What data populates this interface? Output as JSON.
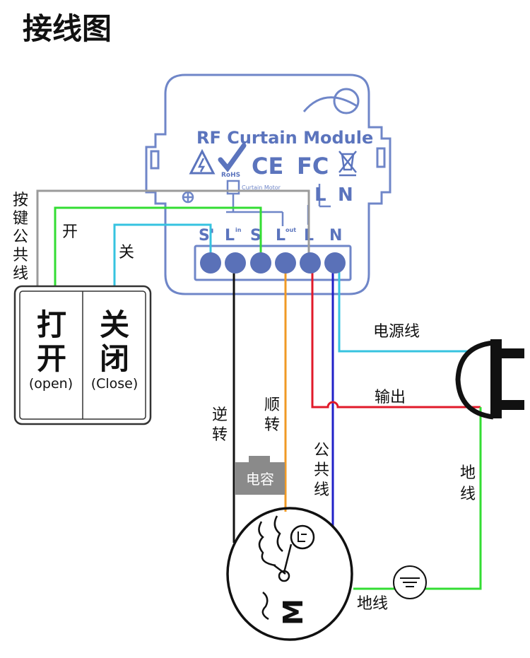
{
  "title": "接线图",
  "colors": {
    "module_outline": "#6f86c8",
    "module_text": "#5b74bd",
    "terminal_fill": "#5a71b8",
    "wire_gray": "#9b9b9b",
    "wire_green": "#33dd33",
    "wire_cyan": "#36c3e0",
    "wire_black": "#111111",
    "wire_orange": "#f09a25",
    "wire_red": "#e11a2a",
    "wire_blue": "#2020c8",
    "capacitor_fill": "#8a8a8a"
  },
  "module": {
    "name": "RF Curtain Module",
    "cert_ce": "CE",
    "cert_fc": "FC",
    "cert_rohs": "RoHS",
    "inner_label": "Curtain Motor",
    "top_l": "L",
    "top_n": "N",
    "terminals": {
      "s_prime": "S'",
      "l_in_main": "L",
      "l_in_sub": "in",
      "s": "S",
      "l_out_main": "L",
      "l_out_sub": "out",
      "l": "L",
      "n": "N"
    }
  },
  "labels": {
    "common_key_wire": "按键公共线",
    "open_wire": "开",
    "close_wire": "关",
    "power_wire": "电源线",
    "output": "输出",
    "reverse": "逆转",
    "forward": "顺转",
    "capacitor": "电容",
    "common_wire": "公共线",
    "ground_wire_right": "地线",
    "ground_wire_bottom": "地线",
    "motor_symbol": "M"
  },
  "switch": {
    "open_cn_1": "打",
    "open_cn_2": "开",
    "open_en": "(open)",
    "close_cn_1": "关",
    "close_cn_2": "闭",
    "close_en": "(Close)"
  }
}
